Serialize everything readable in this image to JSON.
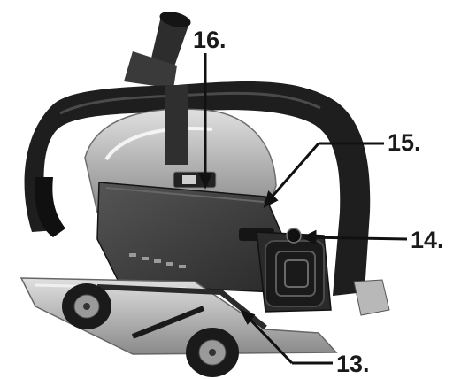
{
  "callouts": {
    "c16": "16.",
    "c15": "15.",
    "c14": "14.",
    "c13": "13."
  },
  "colors": {
    "body": "#3a3a3a",
    "dark": "#1c1c1c",
    "metal": "#bdbdbd",
    "leader": "#111111"
  }
}
